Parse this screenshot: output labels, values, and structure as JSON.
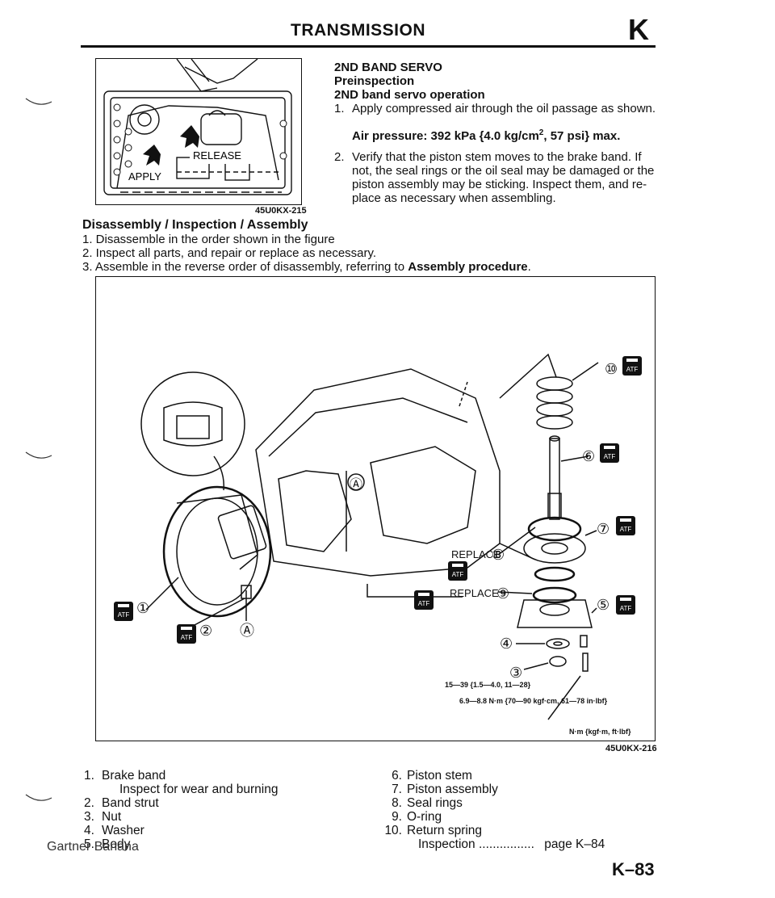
{
  "header": {
    "title": "TRANSMISSION",
    "section_letter": "K"
  },
  "top_figure": {
    "code": "45U0KX-215",
    "labels": {
      "release": "RELEASE",
      "apply": "APPLY"
    }
  },
  "intro": {
    "heading": "2ND BAND SERVO",
    "subheading": "Preinspection",
    "subsubheading": "2ND band servo operation",
    "step1_num": "1.",
    "step1": "Apply compressed air through the oil passage as shown.",
    "air_pressure_prefix": "Air pressure: 392 kPa {4.0 kg/cm",
    "air_pressure_sup": "2",
    "air_pressure_suffix": ", 57 psi} max.",
    "step2_num": "2.",
    "step2_lines": [
      "Verify that the piston stem moves to the brake band. If",
      "not, the seal rings or the oil seal may be damaged or the",
      "piston assembly may be sticking. Inspect them, and re-",
      "place as necessary when assembling."
    ]
  },
  "disassembly": {
    "heading": "Disassembly / Inspection / Assembly",
    "step1": "1. Disassemble in the order shown in the figure",
    "step2": "2. Inspect all parts, and repair or replace as necessary.",
    "step3_prefix": "3. Assemble in the reverse order of disassembly, referring to ",
    "step3_bold": "Assembly procedure",
    "step3_suffix": "."
  },
  "main_figure": {
    "code": "45U0KX-216",
    "unit_note": "N·m {kgf·m, ft·lbf}",
    "torque1": "15—39 {1.5—4.0, 11—28}",
    "torque2": "6.9—8.8 N·m {70—90 kgf·cm, 61—78 in·lbf}",
    "replace_label": "REPLACE",
    "atf_label": "ATF",
    "callouts": [
      "①",
      "②",
      "③",
      "④",
      "⑤",
      "⑥",
      "⑦",
      "⑧",
      "⑨",
      "⑩",
      "Ⓐ"
    ]
  },
  "parts_left": [
    {
      "num": "1.",
      "name": "Brake band",
      "sub": "Inspect for wear and burning"
    },
    {
      "num": "2.",
      "name": "Band strut"
    },
    {
      "num": "3.",
      "name": "Nut"
    },
    {
      "num": "4.",
      "name": "Washer"
    },
    {
      "num": "5.",
      "name": "Body"
    }
  ],
  "parts_right": [
    {
      "num": "6.",
      "name": "Piston stem"
    },
    {
      "num": "7.",
      "name": "Piston assembly"
    },
    {
      "num": "8.",
      "name": "Seal rings"
    },
    {
      "num": "9.",
      "name": "O-ring"
    },
    {
      "num": "10.",
      "name": "Return spring"
    }
  ],
  "inspection_ref": {
    "label": "Inspection",
    "dots": "................",
    "page": "page K–84"
  },
  "footer": {
    "watermark": "Gartner Banana",
    "page_number": "K–83"
  }
}
